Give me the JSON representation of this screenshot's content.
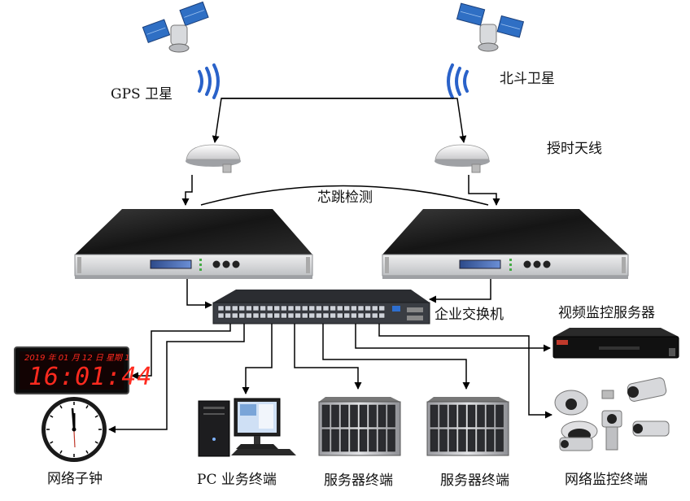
{
  "labels": {
    "gps_satellite": "GPS 卫星",
    "beidou_satellite": "北斗卫星",
    "timing_antenna": "授时天线",
    "heartbeat": "芯跳检测",
    "switch": "企业交换机",
    "video_server": "视频监控服务器",
    "network_clock": "网络子钟",
    "pc_terminal": "PC 业务终端",
    "server_terminal_1": "服务器终端",
    "server_terminal_2": "服务器终端",
    "camera_terminal": "网络监控终端"
  },
  "clock_display": {
    "date": "2019 年 01 月 12 日 星期 1",
    "time": "16:01:44"
  },
  "colors": {
    "line": "#000000",
    "led_red": "#ff2a1f",
    "device_black": "#1c1c1c",
    "panel_silver": "#d9dadc"
  },
  "icons": [
    "satellite-icon",
    "signal-wave-icon",
    "antenna-icon",
    "time-server-icon",
    "network-switch-icon",
    "digital-clock-icon",
    "analog-clock-icon",
    "pc-icon",
    "server-rack-icon",
    "nvr-icon",
    "camera-group-icon"
  ]
}
